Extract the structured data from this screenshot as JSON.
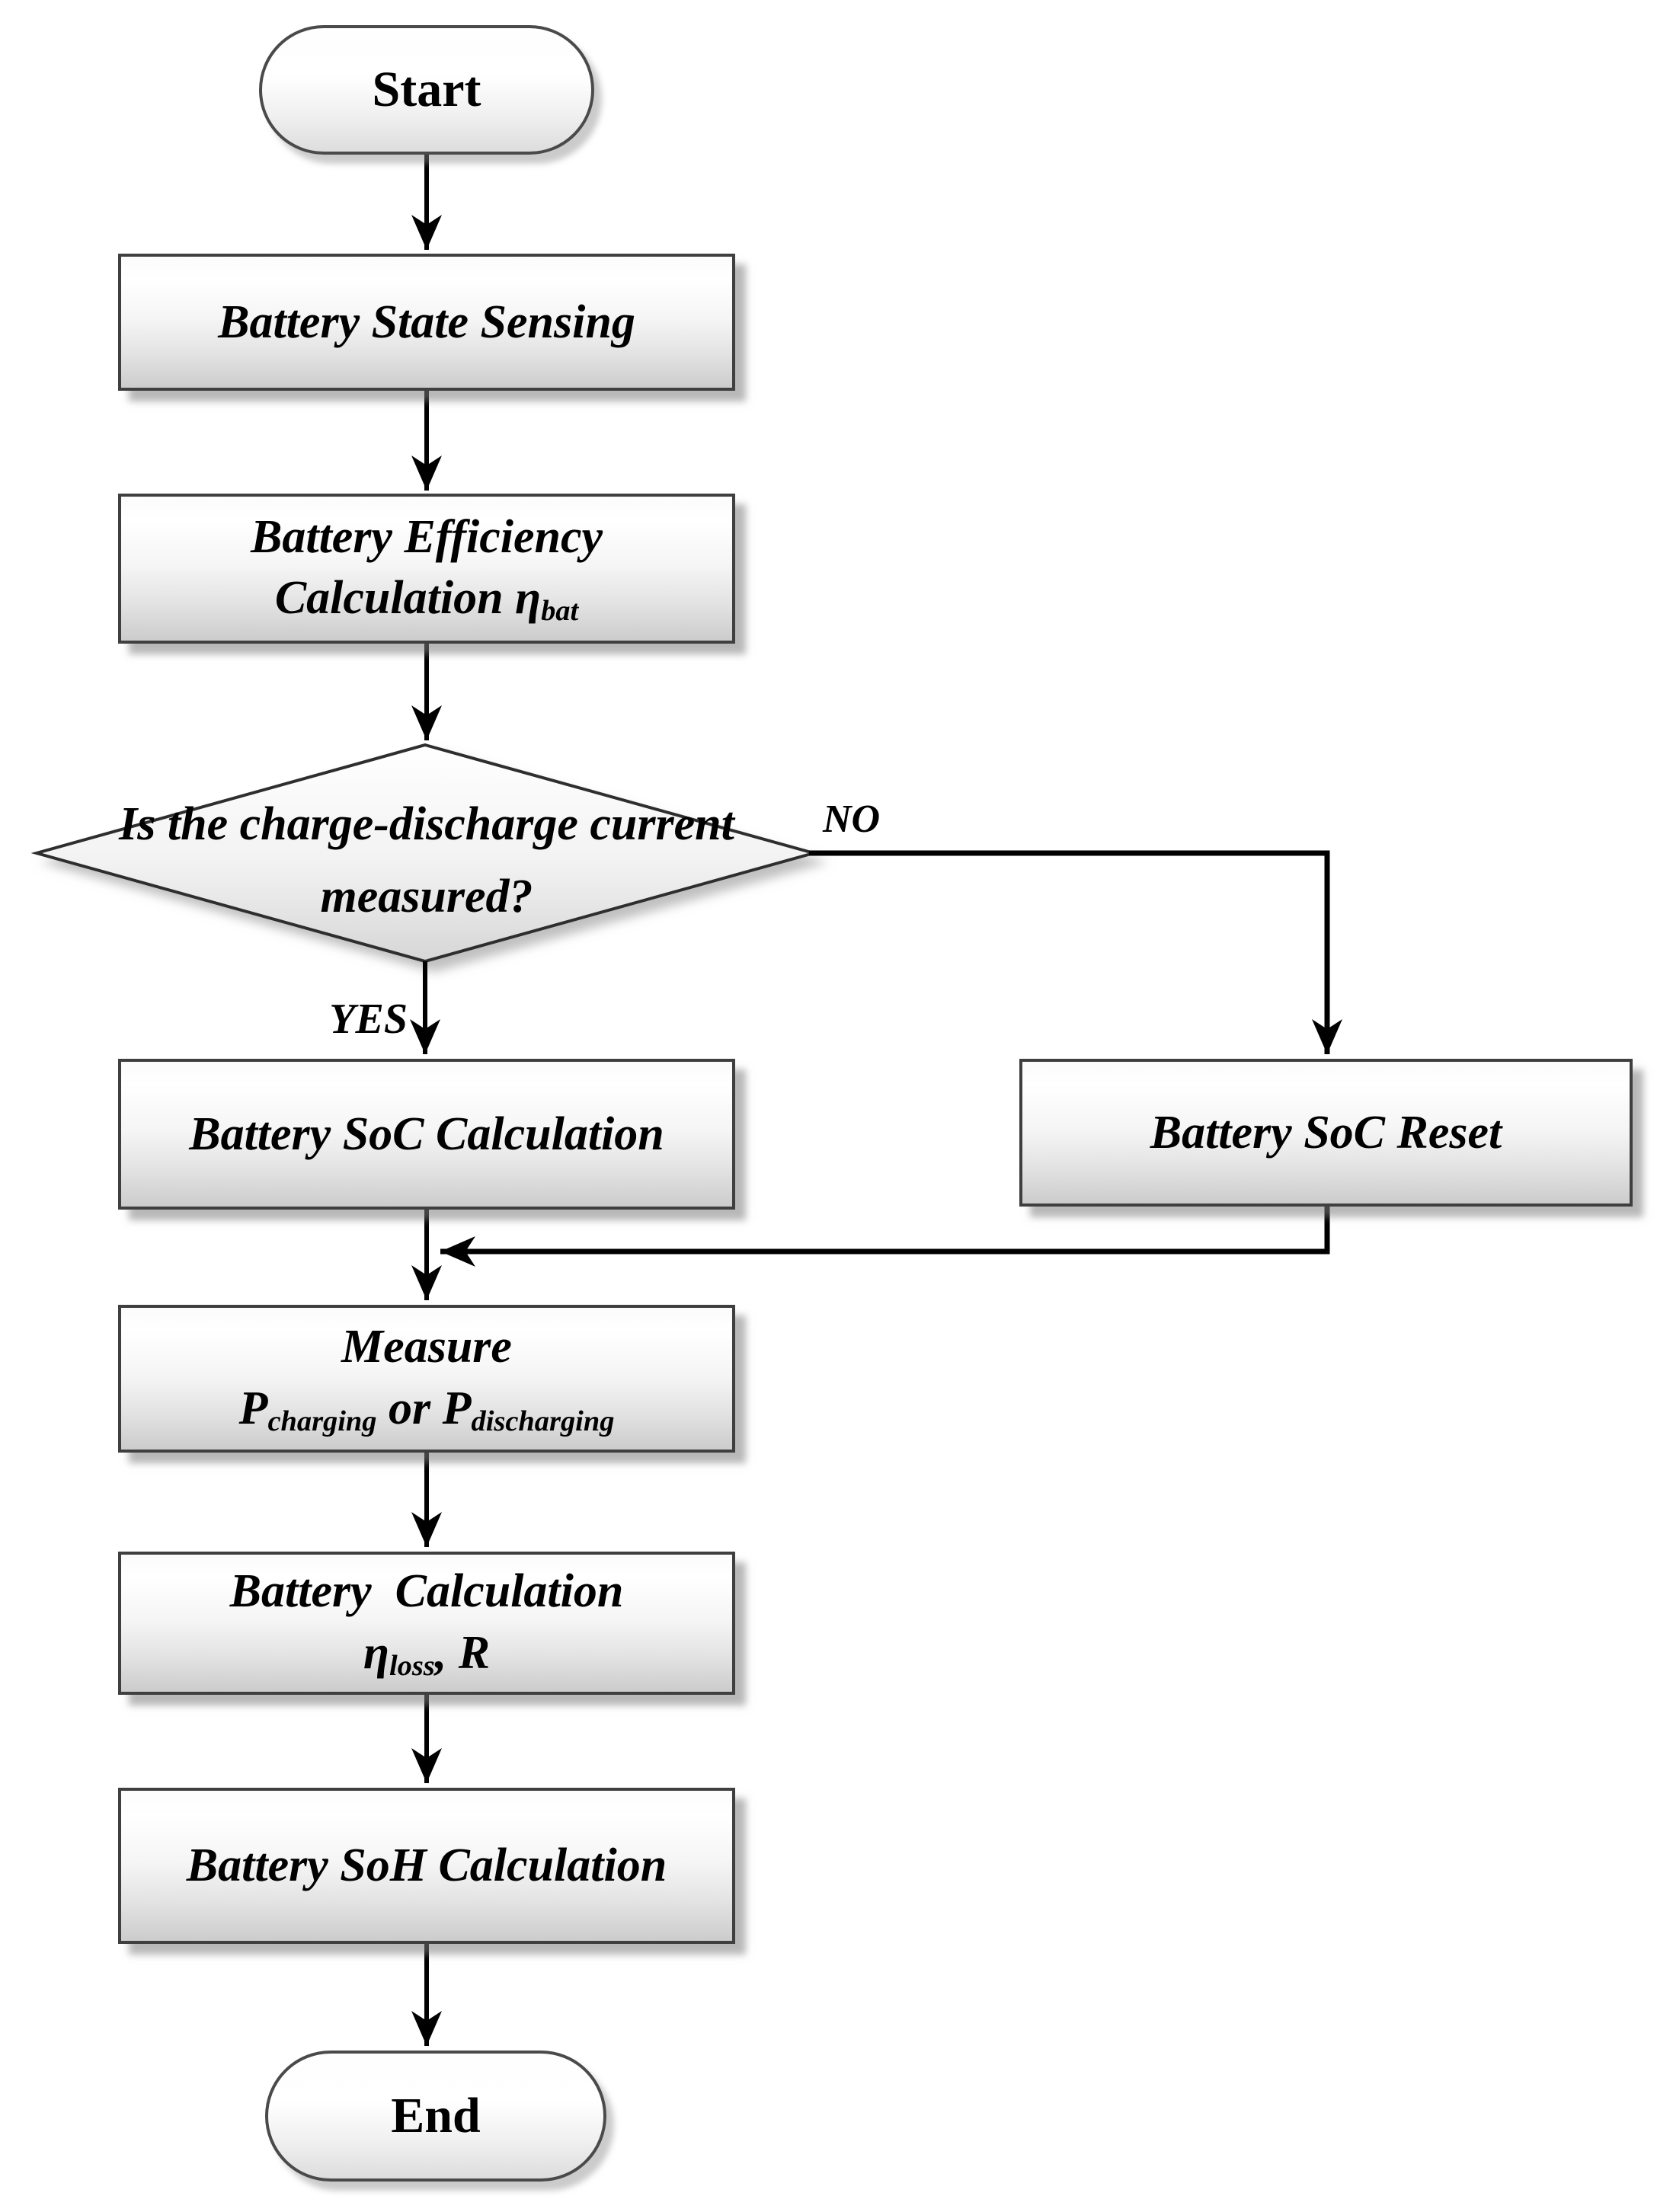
{
  "colors": {
    "background": "#ffffff",
    "node_fill_top": "#ffffff",
    "node_fill_bottom": "#cccccc",
    "node_border": "#3f3f3f",
    "connector": "#000000",
    "shadow": "#7d7d7d",
    "text": "#000000"
  },
  "flowchart": {
    "start": {
      "label": "Start"
    },
    "battery_state_sensing": {
      "label": "Battery State Sensing"
    },
    "battery_efficiency": {
      "line1": "Battery Efficiency",
      "line2_main": "Calculation η",
      "line2_sub": "bat"
    },
    "decision": {
      "line1": "Is the charge-discharge current",
      "line2": "measured?",
      "no_label": "NO",
      "yes_label": "YES"
    },
    "battery_soc_calculation": {
      "label": "Battery SoC Calculation"
    },
    "battery_soc_reset": {
      "label": "Battery SoC Reset"
    },
    "measure": {
      "line1": "Measure",
      "p1": "P",
      "p1_sub": "charging",
      "or": "or",
      "p2": "P",
      "p2_sub": "discharging"
    },
    "battery_calculation": {
      "line1": "Battery  Calculation",
      "eta": "η",
      "eta_sub": "loss",
      "rest": ", R"
    },
    "battery_soh_calculation": {
      "label": "Battery SoH Calculation"
    },
    "end": {
      "label": "End"
    }
  }
}
